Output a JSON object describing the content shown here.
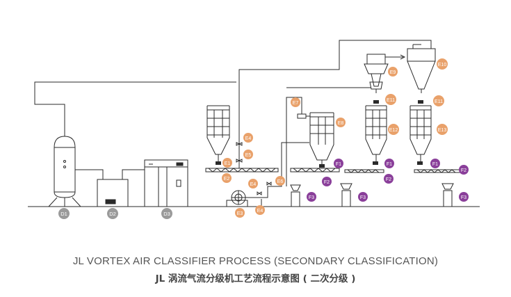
{
  "caption": {
    "english": "JL VORTEX AIR CLASSIFIER PROCESS (SECONDARY CLASSIFICATION)",
    "chinese": "JL 涡流气流分级机工艺流程示意图 ( 二次分级 )"
  },
  "colors": {
    "line": "#2a2a2a",
    "label_orange": "#e9a16a",
    "label_purple": "#8a3f9a",
    "label_gray": "#9a9a9a"
  },
  "labels": {
    "D1": "D1",
    "D2": "D2",
    "D3": "D3",
    "E1": "E1",
    "E2": "E2",
    "E3": "E3",
    "E4a": "E4",
    "E4b": "E4",
    "E4c": "E4",
    "E5": "E5",
    "E6": "E6",
    "E7": "E7",
    "E8": "E8",
    "E9": "E9",
    "E10": "E10",
    "E11a": "E11",
    "E11b": "E11",
    "E12": "E12",
    "E13": "E13",
    "F1a": "F1",
    "F1b": "F1",
    "F1c": "F1",
    "F2a": "F2",
    "F2b": "F2",
    "F2c": "F2",
    "F3a": "F3",
    "F3b": "F3",
    "F3c": "F3"
  }
}
